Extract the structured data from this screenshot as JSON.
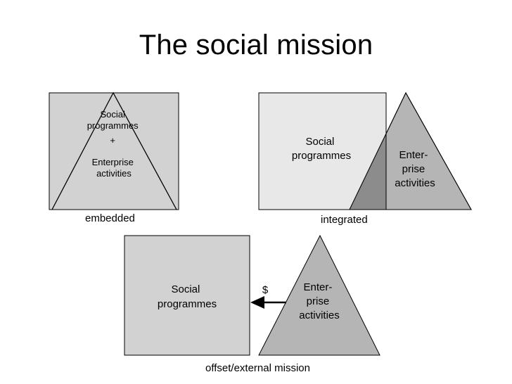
{
  "title": "The social mission",
  "colors": {
    "box_gray": "#d2d2d2",
    "box_light": "#e8e8e8",
    "triangle_gray": "#b5b5b5",
    "overlap_gray": "#8c8c8c",
    "stroke": "#000000"
  },
  "embedded": {
    "text": [
      "Social",
      "programmes",
      "+",
      "Enterprise",
      "activities"
    ],
    "caption": "embedded"
  },
  "integrated": {
    "box_text": [
      "Social",
      "programmes"
    ],
    "triangle_text": [
      "Enter-",
      "prise",
      "activities"
    ],
    "caption": "integrated"
  },
  "offset": {
    "box_text": [
      "Social",
      "programmes"
    ],
    "triangle_text": [
      "Enter-",
      "prise",
      "activities"
    ],
    "arrow_label": "$",
    "caption": "offset/external mission"
  }
}
